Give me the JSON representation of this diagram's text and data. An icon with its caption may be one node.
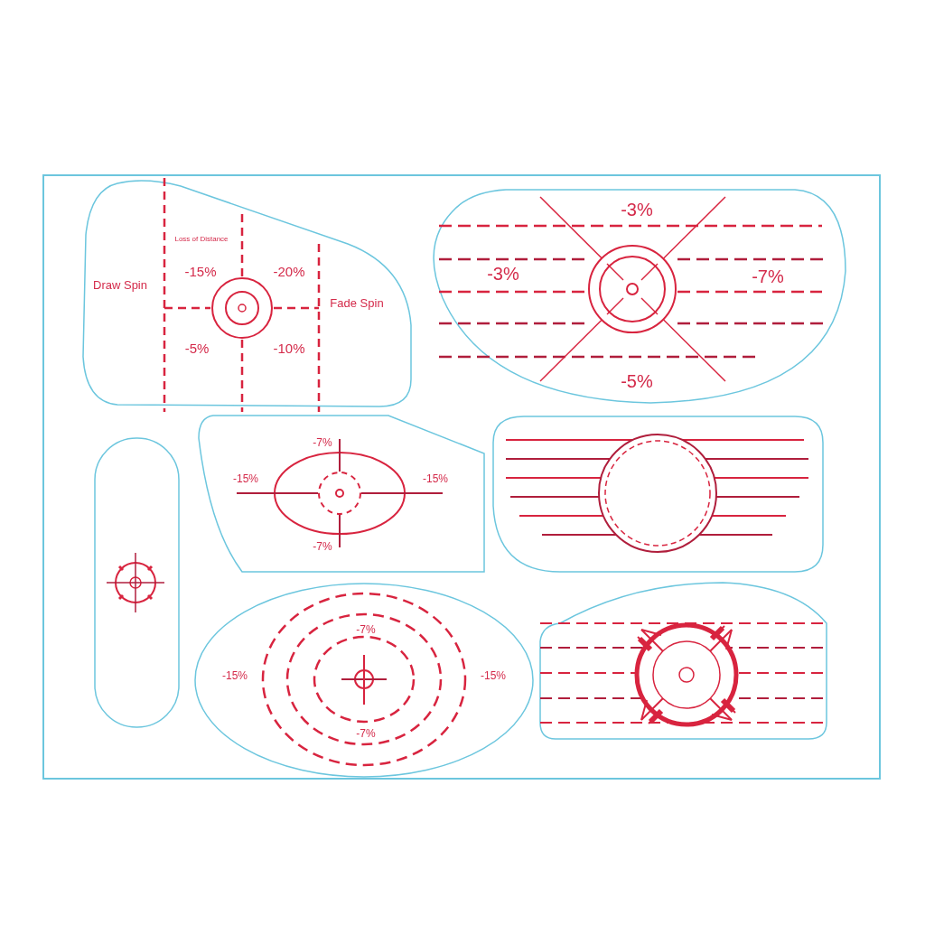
{
  "diagram": {
    "nodes": [
      {
        "text": [],
        "shape": "box"
      },
      {
        "text": [
          "Loss of Distance",
          "Draw Spin",
          "-15%",
          "-20%",
          "Fade Spin",
          "-5%",
          "-10%"
        ],
        "in": 0
      },
      {
        "text": [
          "-3%",
          "-3%",
          "-7%",
          "-5%"
        ],
        "in": 0
      },
      {
        "text": [],
        "shape": "box",
        "in": 0
      },
      {
        "text": [
          "-7%",
          "-15%",
          "-15%",
          "-7%"
        ],
        "in": 0
      },
      {
        "text": [],
        "shape": "box",
        "in": 0
      },
      {
        "text": [
          "-7%",
          "-15%",
          "-15%",
          "-7%"
        ],
        "in": 0
      },
      {
        "text": [],
        "shape": "box",
        "in": 0
      }
    ]
  }
}
